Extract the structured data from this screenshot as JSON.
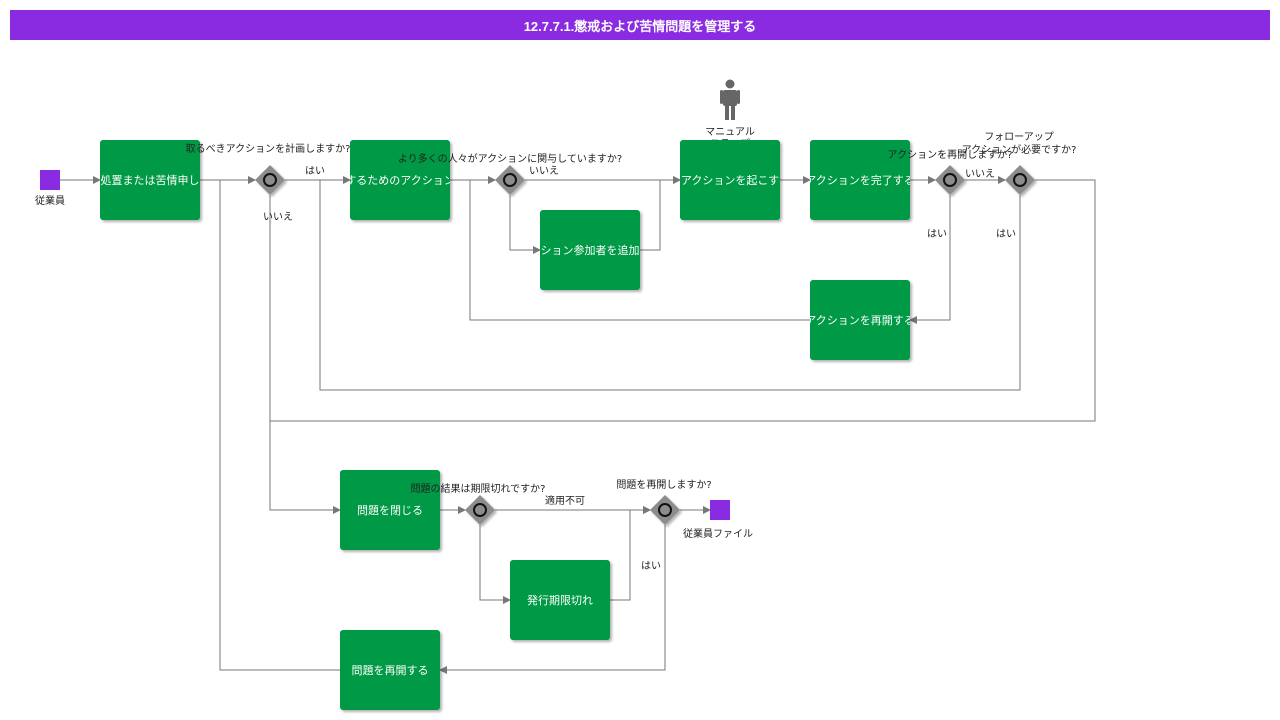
{
  "title": "12.7.7.1.懲戒および苦情問題を管理する",
  "colors": {
    "title_bar": "#8a2be2",
    "task": "#009944",
    "event": "#8a2be2",
    "gateway": "#8c8c8c",
    "edge": "#777777",
    "actor": "#666666"
  },
  "events": {
    "start": "従業員",
    "end": "従業員ファイル"
  },
  "actor": {
    "icon": "person-icon",
    "label_line1": "マニュアル",
    "label_line2": "ステップ"
  },
  "tasks": {
    "t1": "処置または苦情申し",
    "t2": "するためのアクション",
    "t3": "ション参加者を追加",
    "t4": "アクションを起こす",
    "t5": "アクションを完了する",
    "t6": "アクションを再開する",
    "t7": "問題を閉じる",
    "t8": "発行期限切れ",
    "t9": "問題を再開する"
  },
  "gateways": {
    "g1": "取るべきアクションを計画しますか?",
    "g2": "より多くの人々がアクションに関与していますか?",
    "g3": "アクションを再開しますか?",
    "g4_line1": "フォローアップ",
    "g4_line2": "アクションが必要ですか?",
    "g5": "問題の結果は期限切れですか?",
    "g6": "問題を再開しますか?"
  },
  "edge_labels": {
    "g1_yes": "はい",
    "g1_no": "いいえ",
    "g2_no": "いいえ",
    "g3_no": "いいえ",
    "g3_yes": "はい",
    "g4_yes": "はい",
    "g5_na": "適用不可",
    "g6_yes": "はい"
  }
}
